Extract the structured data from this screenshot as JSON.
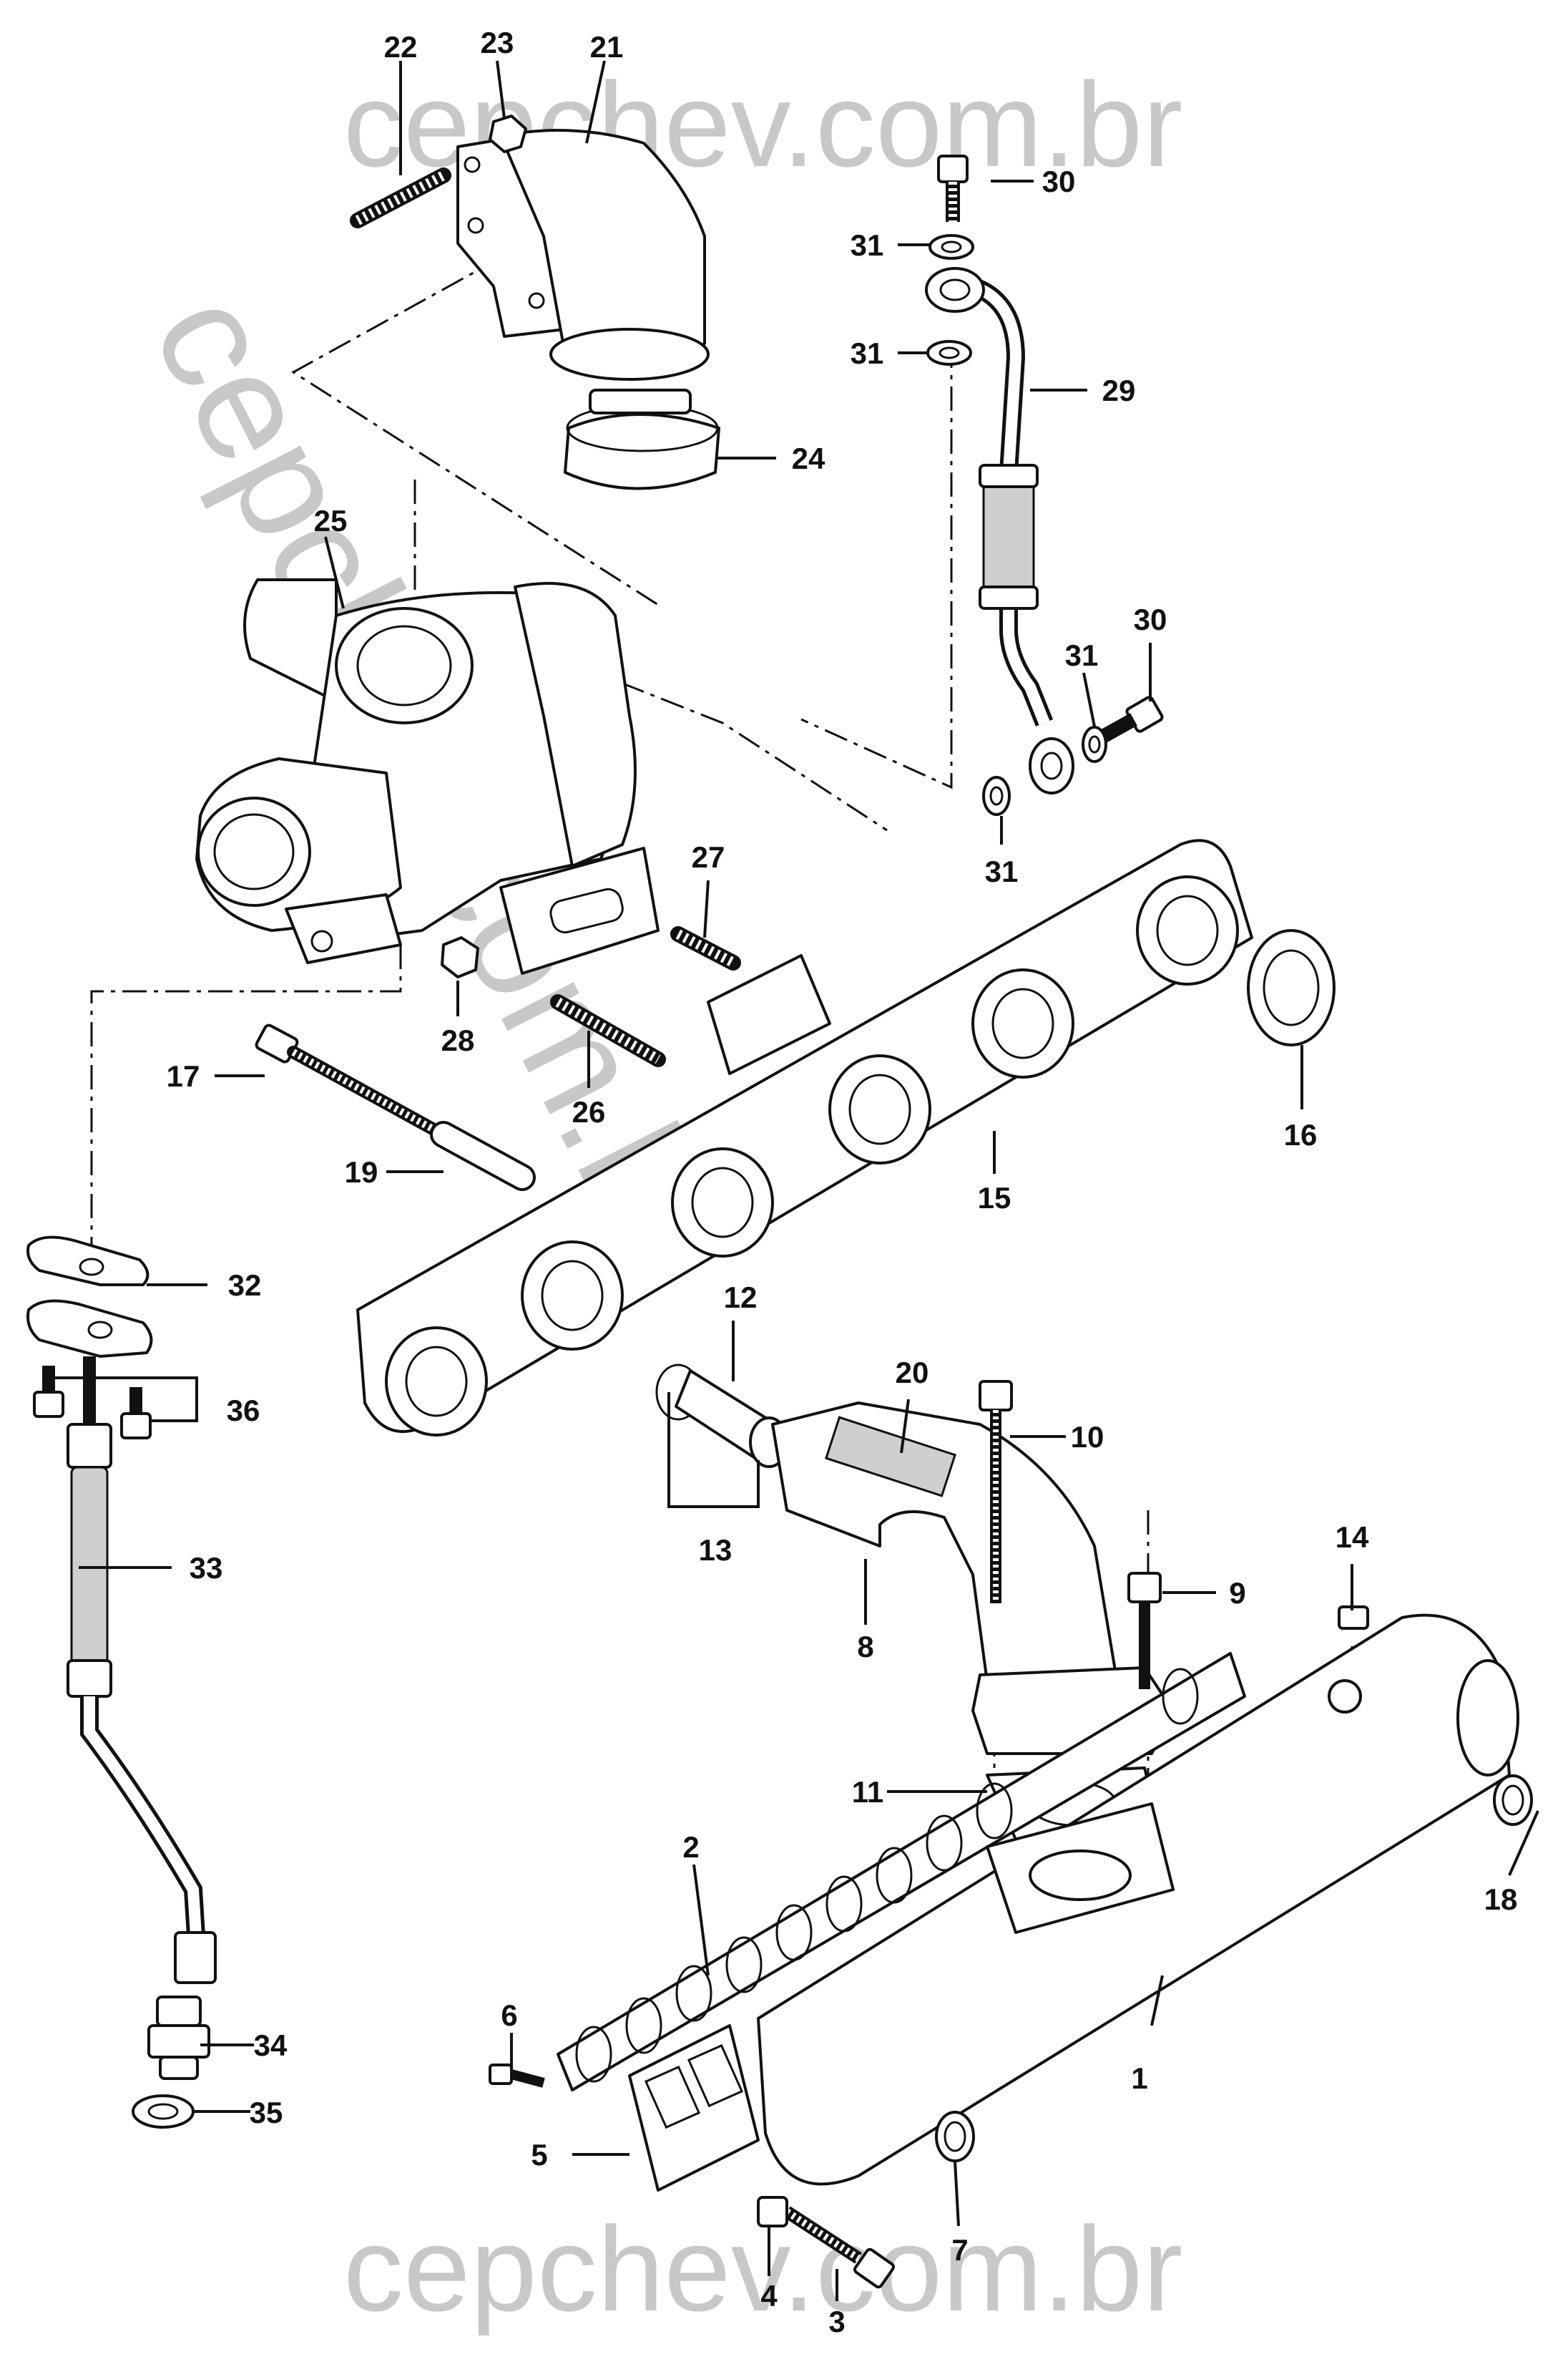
{
  "watermark": {
    "top": "cepchev.com.br",
    "bottom": "cepchev.com.br",
    "diagonal": "cepchev.com.br"
  },
  "callouts": [
    "1",
    "2",
    "3",
    "4",
    "5",
    "6",
    "7",
    "8",
    "9",
    "10",
    "11",
    "12",
    "13",
    "14",
    "15",
    "16",
    "17",
    "18",
    "19",
    "20",
    "21",
    "22",
    "23",
    "24",
    "25",
    "26",
    "27",
    "28",
    "29",
    "30",
    "30",
    "31",
    "31",
    "31",
    "31",
    "32",
    "33",
    "34",
    "35",
    "36"
  ]
}
